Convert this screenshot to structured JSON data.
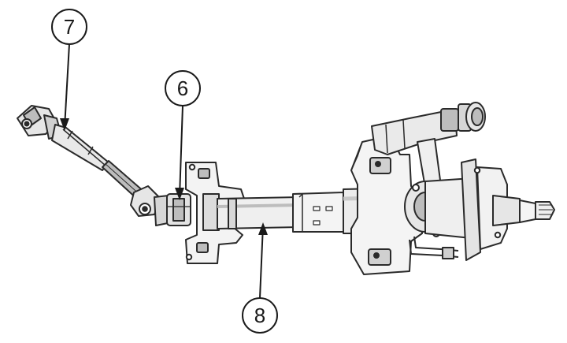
{
  "figure": {
    "callouts": [
      {
        "label": "7"
      },
      {
        "label": "6"
      },
      {
        "label": "8"
      }
    ]
  },
  "colors": {
    "ink": "#2a2a2a",
    "shade": "#bdbdbd",
    "light": "#e6e6e6",
    "paper": "#ffffff"
  }
}
